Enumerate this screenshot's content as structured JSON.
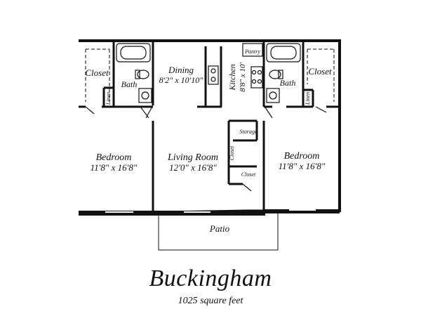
{
  "plan": {
    "name": "Buckingham",
    "area": "1025 square feet",
    "rooms": {
      "closet_left": "Closet",
      "bath_left": "Bath",
      "linen_left": "Linen",
      "dining": "Dining",
      "dining_dim": "8'2\" x 10'10\"",
      "pantry": "Pantry",
      "kitchen": "Kitchen",
      "kitchen_dim": "8'8\" x 10'",
      "bath_right": "Bath",
      "closet_right": "Closet",
      "linen_right": "Linen",
      "bedroom_left": "Bedroom",
      "bedroom_left_dim": "11'8\" x 16'8\"",
      "living": "Living Room",
      "living_dim": "12'0\" x 16'8\"",
      "storage": "Storage",
      "closet_mid": "Closet",
      "closet_small": "Closet",
      "bedroom_right": "Bedroom",
      "bedroom_right_dim": "11'8\" x 16'8\"",
      "patio": "Patio"
    }
  }
}
